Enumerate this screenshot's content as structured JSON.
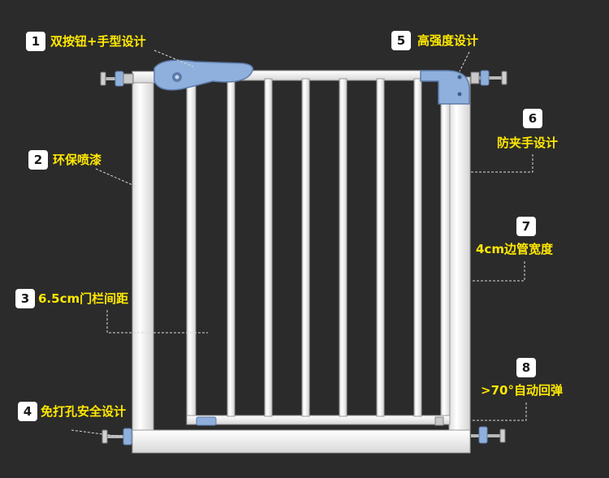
{
  "features": [
    {
      "number": "1",
      "text": "双按钮+手型设计"
    },
    {
      "number": "2",
      "text": "环保喷漆"
    },
    {
      "number": "3",
      "text": "6.5cm门栏间距"
    },
    {
      "number": "4",
      "text": "免打孔安全设计"
    },
    {
      "number": "5",
      "text": "高强度设计"
    },
    {
      "number": "6",
      "text": "防夹手设计"
    },
    {
      "number": "7",
      "text": "4cm边管宽度"
    },
    {
      "number": "8",
      "text": ">70°自动回弹"
    }
  ],
  "colors": {
    "background": "#2b2b2b",
    "label": "#ffe800",
    "gate": "#f7f7f7",
    "accent_blue": "#8fb0dc"
  }
}
